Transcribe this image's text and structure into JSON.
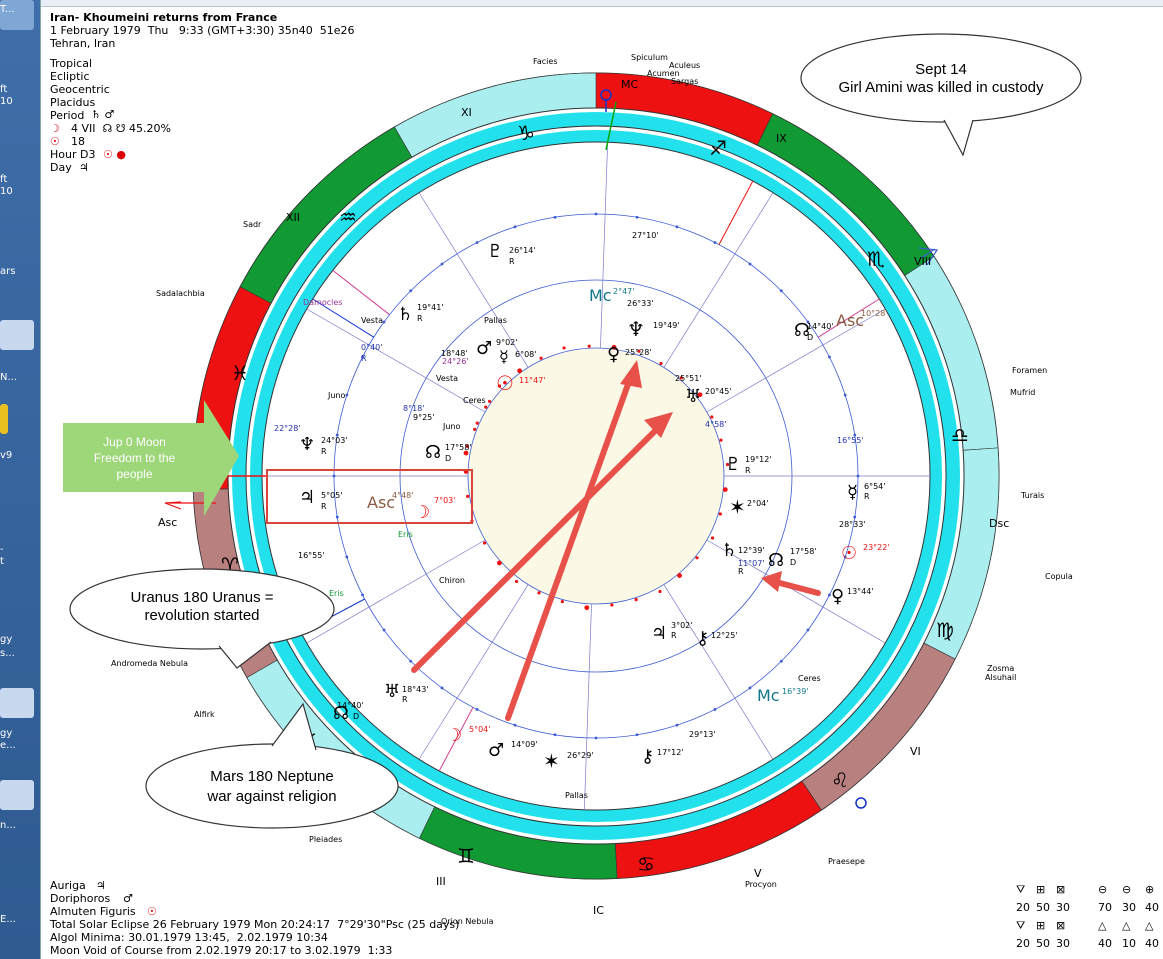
{
  "header": {
    "title": "Iran- Khoumeini returns from France",
    "datetime": "1 February 1979  Thu   9:33 (GMT+3:30) 35n40  51e26",
    "place": "Tehran, Iran",
    "settings": [
      "Tropical",
      "Ecliptic",
      "Geocentric",
      "Placidus"
    ],
    "period_label": "Period",
    "period_symbols": "♄ ♂",
    "moon_line": "4 VII  ☊ ☋ 45.20%",
    "moon_symbol": "☽",
    "sun_line": "18",
    "sun_symbol": "☉",
    "hour_label": "Hour D3",
    "hour_symbols": "☉ ●",
    "day_label": "Day",
    "day_symbol": "♃"
  },
  "footer": {
    "rulers": [
      {
        "label": "Auriga",
        "symbol": "♃"
      },
      {
        "label": "Doriphoros",
        "symbol": "♂"
      },
      {
        "label": "Almuten Figuris",
        "symbol": "☉"
      }
    ],
    "eclipse": "Total Solar Eclipse 26 February 1979 Mon 20:24:17  7°29'30\"Psc (25 days)",
    "algol": "Algol Minima: 30.01.1979 13:45,  2.02.1979 10:34",
    "void": "Moon Void of Course from 2.02.1979 20:17 to 3.02.1979  1:33"
  },
  "stats": {
    "row1_icons": [
      "⛛",
      "⊞",
      "⊠",
      "⊖",
      "⊖",
      "⊕"
    ],
    "row1_values": [
      "20",
      "50",
      "30",
      "70",
      "30",
      "40"
    ],
    "row2_icons": [
      "⛛",
      "⊞",
      "⊠",
      "△",
      "△",
      "△"
    ],
    "row2_values": [
      "20",
      "50",
      "30",
      "40",
      "10",
      "40"
    ]
  },
  "callouts": {
    "sept14_line1": "Sept 14",
    "sept14_line2": "Girl Amini was killed in custody",
    "uranus_line1": "Uranus 180 Uranus =",
    "uranus_line2": "revolution started",
    "mars_line1": "Mars 180 Neptune",
    "mars_line2": "war against religion",
    "jup_line1": "Jup 0 Moon",
    "jup_line2": "Freedom to the",
    "jup_line3": "people"
  },
  "angles": {
    "asc": "Asc",
    "mc": "MC",
    "ic": "IC",
    "dsc": "Dsc"
  },
  "houses": {
    "XI": "XI",
    "IX": "IX",
    "XII": "XII",
    "VIII": "VIII",
    "III": "III",
    "V": "V",
    "VI": "VI"
  },
  "signs": {
    "capricorn": "♑",
    "sagittarius": "♐",
    "aquarius": "♒",
    "scorpio": "♏",
    "pisces": "♓",
    "libra": "♎",
    "virgo": "♍",
    "leo": "♌",
    "cancer": "♋",
    "gemini": "♊",
    "taurus": "♉",
    "aries": "♈"
  },
  "stars": {
    "facies": "Facies",
    "spiculum": "Spiculum",
    "aculeus": "Aculeus",
    "acumen": "Acumen",
    "sargas": "Sargas",
    "sadr": "Sadr",
    "sadalachbia": "Sadalachbia",
    "foramen": "Foramen",
    "mufrid": "Mufrid",
    "turais": "Turais",
    "copula": "Copula",
    "zosma": "Zosma",
    "alsuhail": "Alsuhail",
    "andromeda": "Andromeda Nebula",
    "alfirk": "Alfirk",
    "pleiades": "Pleiades",
    "praesepe": "Praesepe",
    "procyon": "Procyon",
    "orion": "Orion Nebula"
  },
  "transits": {
    "pluto": {
      "sym": "♇",
      "deg": "26°14'",
      "r": "R"
    },
    "saturn": {
      "sym": "♄",
      "deg": "19°41'",
      "r": "R"
    },
    "damocles": "Damocles",
    "vesta": "Vesta",
    "vesta_deg": "0°40'",
    "vesta_r": "R",
    "pallas": "Pallas",
    "neptune_t": {
      "sym": "♆",
      "deg": "24°03'",
      "r": "R"
    },
    "juno": "Juno",
    "jupiter_t": {
      "sym": "♃",
      "deg": "5°05'",
      "r": "R"
    },
    "asc_t": "Asc",
    "asc_t_deg": "4°48'",
    "moon_t": {
      "sym": "☽",
      "deg": "7°03'"
    },
    "eris": "Eris",
    "deg_16": "16°55'",
    "uranus_t": {
      "sym": "♅",
      "deg": "18°43'",
      "r": "R"
    },
    "node_t": {
      "sym": "☊",
      "deg": "14°40'",
      "r": "D"
    },
    "node_t2": {
      "sym": "☊",
      "deg": "14°40'",
      "r": "D"
    },
    "asc_right": "Asc",
    "asc_right_deg": "10°28'",
    "sun_t": {
      "sym": "☉",
      "deg": "23°22'"
    },
    "mercury_t": {
      "sym": "☿",
      "deg": "6°54'",
      "r": "R"
    },
    "venus_t": {
      "sym": "♀",
      "deg": "13°44'"
    },
    "deg_28_33": "28°33'",
    "deg_16_55r": "16°55'",
    "mc_t": "Mc",
    "mc_t_deg": "16°39'",
    "ceres": "Ceres",
    "deg_22_28": "22°28'",
    "deg_27_10": "27°10'"
  },
  "natal": {
    "mc": "Mc",
    "mc_deg": "2°47'",
    "neptune": {
      "sym": "♆",
      "deg": "19°49'"
    },
    "venus": {
      "sym": "♀",
      "deg": "25°28'"
    },
    "deg_26_33": "26°33'",
    "uranus": {
      "sym": "♅",
      "deg": "20°45'"
    },
    "deg_25_51": "25°51'",
    "deg_4_58": "4°58'",
    "mars": {
      "sym": "♂",
      "deg": "9°02'"
    },
    "mercury": {
      "sym": "☿",
      "deg": "6°08'"
    },
    "deg_18_48": "18°48'",
    "deg_24_26": "24°26'",
    "sun": {
      "sym": "☉",
      "deg": "11°47'"
    },
    "vesta": "Vesta",
    "ceres": "Ceres",
    "deg_8_18": "8°18'",
    "deg_9_25": "9°25'",
    "juno": "Juno",
    "node": {
      "sym": "☊",
      "deg": "17°58'",
      "r": "D"
    },
    "pluto": {
      "sym": "♇",
      "deg": "19°12'",
      "r": "R"
    },
    "desc": {
      "sym": "✶",
      "deg": "2°04'"
    },
    "saturn": {
      "sym": "♄",
      "deg": "12°39'",
      "r": "R"
    },
    "saturn_sub": "11°07'",
    "node2": {
      "sym": "☊",
      "deg": "17°58'",
      "r": "D"
    },
    "jupiter": {
      "sym": "♃",
      "deg": "3°02'",
      "r": "R"
    },
    "chiron": "Chiron",
    "chiron_sym": {
      "sym": "⚷",
      "deg": "12°25'"
    },
    "moon": {
      "sym": "☽",
      "deg": "5°04'"
    },
    "mars2": {
      "sym": "♂",
      "deg": "14°09'"
    },
    "desc2": {
      "sym": "✶",
      "deg": "26°29'"
    },
    "chiron2": {
      "sym": "⚷",
      "deg": "17°12'"
    },
    "deg_29_13": "29°13'",
    "pallas": "Pallas"
  },
  "colors": {
    "ring_red": "#ee1111",
    "ring_green": "#119933",
    "ring_rose": "#b98080",
    "ring_cyan": "#aaeef0",
    "cyan_band": "#22e0ec",
    "centre": "#fbf8e6",
    "arrow": "#e8504a",
    "green_arrow": "#9ed67a"
  },
  "desktop": {
    "items": [
      "T...",
      "ft",
      "10",
      "ft",
      "10",
      "ars",
      "N...",
      "v9",
      "- ",
      "t",
      "gy",
      "s...",
      "gy",
      "e...",
      "n...",
      "E..."
    ]
  }
}
